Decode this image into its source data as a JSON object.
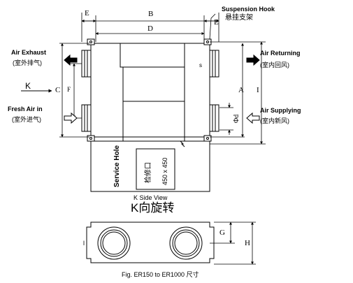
{
  "labels": {
    "suspension_hook_en": "Suspension Hook",
    "suspension_hook_cn": "悬挂支架",
    "air_exhaust_en": "Air Exhaust",
    "air_exhaust_cn": "(室外排气)",
    "fresh_air_en": "Fresh Air in",
    "fresh_air_cn": "(室外进气)",
    "air_returning_en": "Air Returning",
    "air_returning_cn": "(室内回风)",
    "air_supplying_en": "Air Supplying",
    "air_supplying_cn": "(室内新风)",
    "k_arrow": "K",
    "service_hole": "Service Hole",
    "service_cn": "检修口",
    "service_size": "450 x 450",
    "k_side_view": "K Side View",
    "k_view_cn": "K向旋转",
    "caption": "Fig. ER150 to ER1000 尺寸"
  },
  "dimensions": {
    "A": "A",
    "B": "B",
    "C": "C",
    "D": "D",
    "E": "E",
    "F": "F",
    "G": "G",
    "H": "H",
    "I": "I",
    "phi_d": "Φd",
    "marker_s": "s",
    "marker_l": "l"
  }
}
